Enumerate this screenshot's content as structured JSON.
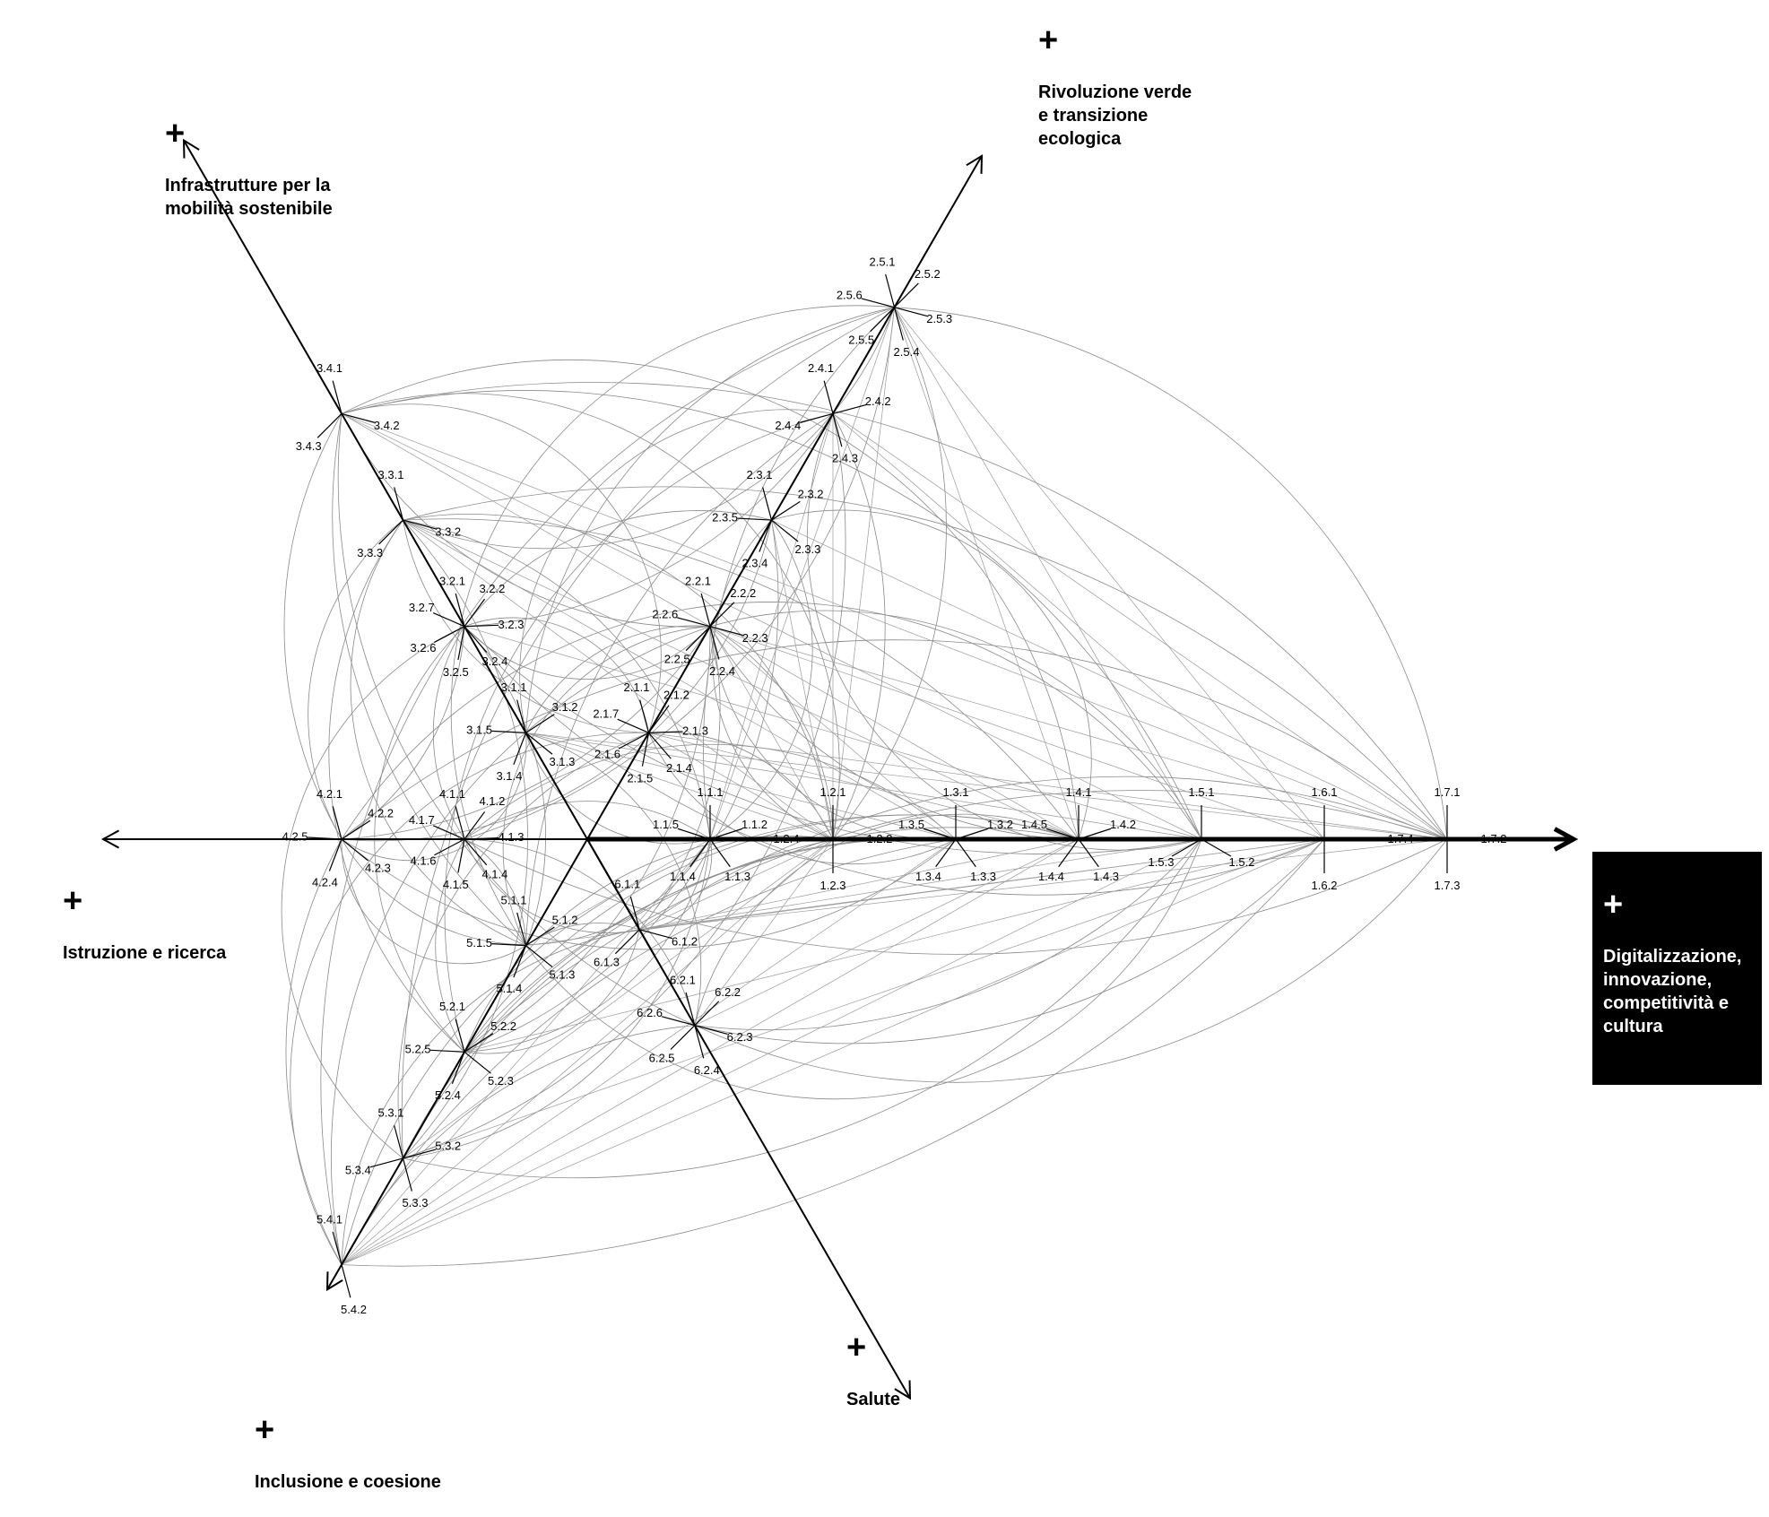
{
  "axes": [
    {
      "id": "ax1",
      "title": "Digitalizzazione,\ninnovazione,\ncompetitività e\ncultura",
      "plus": "+",
      "highlight": true
    },
    {
      "id": "ax2",
      "title": "Rivoluzione verde\ne transizione\necologica",
      "plus": "+",
      "highlight": false
    },
    {
      "id": "ax3",
      "title": "Infrastrutture per la\nmobilità sostenibile",
      "plus": "+",
      "highlight": false
    },
    {
      "id": "ax4",
      "title": "Istruzione e ricerca",
      "plus": "+",
      "highlight": false
    },
    {
      "id": "ax5",
      "title": "Inclusione e coesione",
      "plus": "+",
      "highlight": false
    },
    {
      "id": "ax6",
      "title": "Salute",
      "plus": "+",
      "highlight": false
    }
  ],
  "nodes": [
    {
      "axis": 1,
      "items": [
        "1.1.1",
        "1.1.2",
        "1.1.3",
        "1.1.4",
        "1.1.5"
      ]
    },
    {
      "axis": 1,
      "items": [
        "1.2.1",
        "1.2.2",
        "1.2.3",
        "1.2.4"
      ]
    },
    {
      "axis": 1,
      "items": [
        "1.3.1",
        "1.3.2",
        "1.3.3",
        "1.3.4",
        "1.3.5"
      ]
    },
    {
      "axis": 1,
      "items": [
        "1.4.1",
        "1.4.2",
        "1.4.3",
        "1.4.4",
        "1.4.5"
      ]
    },
    {
      "axis": 1,
      "items": [
        "1.5.1",
        "1.5.2",
        "1.5.3"
      ]
    },
    {
      "axis": 1,
      "items": [
        "1.6.1",
        "1.6.2"
      ]
    },
    {
      "axis": 1,
      "items": [
        "1.7.1",
        "1.7.2",
        "1.7.3",
        "1.7.4"
      ]
    },
    {
      "axis": 2,
      "items": [
        "2.1.1",
        "2.1.2",
        "2.1.3",
        "2.1.4",
        "2.1.5",
        "2.1.6",
        "2.1.7"
      ]
    },
    {
      "axis": 2,
      "items": [
        "2.2.1",
        "2.2.2",
        "2.2.3",
        "2.2.4",
        "2.2.5",
        "2.2.6"
      ]
    },
    {
      "axis": 2,
      "items": [
        "2.3.1",
        "2.3.2",
        "2.3.3",
        "2.3.4",
        "2.3.5"
      ]
    },
    {
      "axis": 2,
      "items": [
        "2.4.1",
        "2.4.2",
        "2.4.3",
        "2.4.4"
      ]
    },
    {
      "axis": 2,
      "items": [
        "2.5.1",
        "2.5.2",
        "2.5.3",
        "2.5.4",
        "2.5.5",
        "2.5.6"
      ]
    },
    {
      "axis": 3,
      "items": [
        "3.1.1",
        "3.1.2",
        "3.1.3",
        "3.1.4",
        "3.1.5"
      ]
    },
    {
      "axis": 3,
      "items": [
        "3.2.1",
        "3.2.2",
        "3.2.3",
        "3.2.4",
        "3.2.5",
        "3.2.6",
        "3.2.7"
      ]
    },
    {
      "axis": 3,
      "items": [
        "3.3.1",
        "3.3.2",
        "3.3.3"
      ]
    },
    {
      "axis": 3,
      "items": [
        "3.4.1",
        "3.4.2",
        "3.4.3"
      ]
    },
    {
      "axis": 4,
      "items": [
        "4.1.1",
        "4.1.2",
        "4.1.3",
        "4.1.4",
        "4.1.5",
        "4.1.6",
        "4.1.7"
      ]
    },
    {
      "axis": 4,
      "items": [
        "4.2.1",
        "4.2.2",
        "4.2.3",
        "4.2.4",
        "4.2.5"
      ]
    },
    {
      "axis": 5,
      "items": [
        "5.1.1",
        "5.1.2",
        "5.1.3",
        "5.1.4",
        "5.1.5"
      ]
    },
    {
      "axis": 5,
      "items": [
        "5.2.1",
        "5.2.2",
        "5.2.3",
        "5.2.4",
        "5.2.5"
      ]
    },
    {
      "axis": 5,
      "items": [
        "5.3.1",
        "5.3.2",
        "5.3.3",
        "5.3.4"
      ]
    },
    {
      "axis": 5,
      "items": [
        "5.4.1",
        "5.4.2"
      ]
    },
    {
      "axis": 6,
      "items": [
        "6.1.1",
        "6.1.2",
        "6.1.3"
      ]
    },
    {
      "axis": 6,
      "items": [
        "6.2.1",
        "6.2.2",
        "6.2.3",
        "6.2.4",
        "6.2.5",
        "6.2.6"
      ]
    }
  ]
}
